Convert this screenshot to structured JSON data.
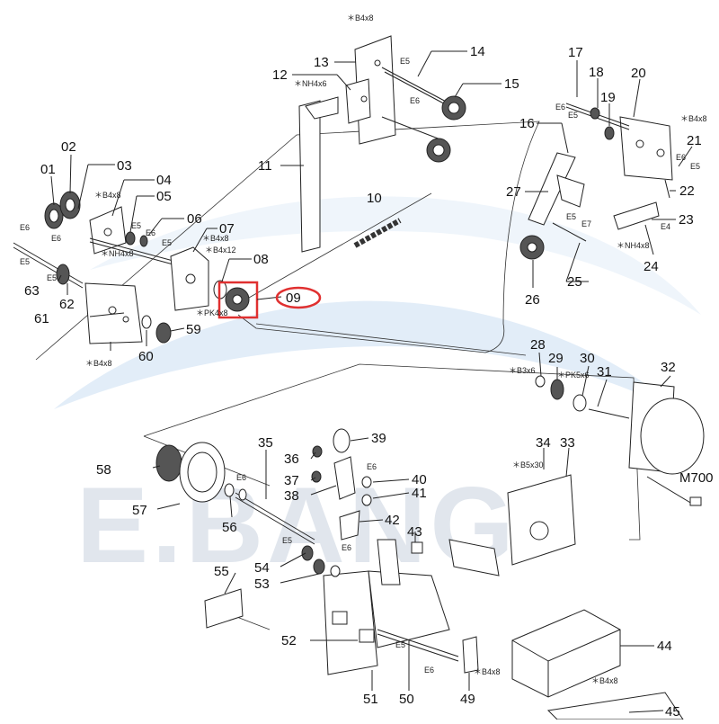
{
  "watermark": {
    "text": "E.BANG",
    "color": "#c9d3df",
    "swoosh_color": "#1f77c9"
  },
  "highlight": {
    "part": "09",
    "box_color": "#e03030",
    "circle_color": "#e03030"
  },
  "motor_label": "M700",
  "screws": {
    "b4x8_top": "＊B4x8",
    "e5_14": "E5",
    "e6_14": "E6",
    "nh4x6": "＊NH4x6",
    "b4x8_04": "＊B4x8",
    "e6_05": "E6",
    "e5_05": "E5",
    "e6_left": "E6",
    "e5_left": "E5",
    "e5_07": "E5",
    "b4x8_07": "＊B4x8",
    "b4x12": "＊B4x12",
    "nh4x8_left": "＊NH4x8",
    "pk4x8": "＊PK4x8",
    "b4x8_61": "＊B4x8",
    "e6_63": "E6",
    "e5_63": "E5",
    "e5_62": "E5",
    "e6_18": "E6",
    "e5_18": "E5",
    "b4x8_20": "＊B4x8",
    "e6_21": "E6",
    "e5_21": "E5",
    "e5_26": "E5",
    "e7_25": "E7",
    "e4_23": "E4",
    "nh4x8_24": "＊NH4x8",
    "b3x6": "＊B3x6",
    "pk5x6": "＊PK5x6",
    "b5x30": "＊B5x30",
    "e6_56": "E6",
    "e6_40": "E6",
    "e6_42": "E6",
    "e5_54": "E5",
    "e5_50": "E5",
    "e6_50": "E6",
    "b4x8_49": "＊B4x8",
    "b4x8_45": "＊B4x8"
  },
  "parts": [
    "01",
    "02",
    "03",
    "04",
    "05",
    "06",
    "07",
    "08",
    "09",
    "10",
    "11",
    "12",
    "13",
    "14",
    "15",
    "16",
    "17",
    "18",
    "19",
    "20",
    "21",
    "22",
    "23",
    "24",
    "25",
    "26",
    "27",
    "28",
    "29",
    "30",
    "31",
    "32",
    "33",
    "34",
    "35",
    "36",
    "37",
    "38",
    "39",
    "40",
    "41",
    "42",
    "43",
    "44",
    "45",
    "49",
    "50",
    "51",
    "52",
    "53",
    "54",
    "55",
    "56",
    "57",
    "58",
    "59",
    "60",
    "61",
    "62",
    "63"
  ]
}
